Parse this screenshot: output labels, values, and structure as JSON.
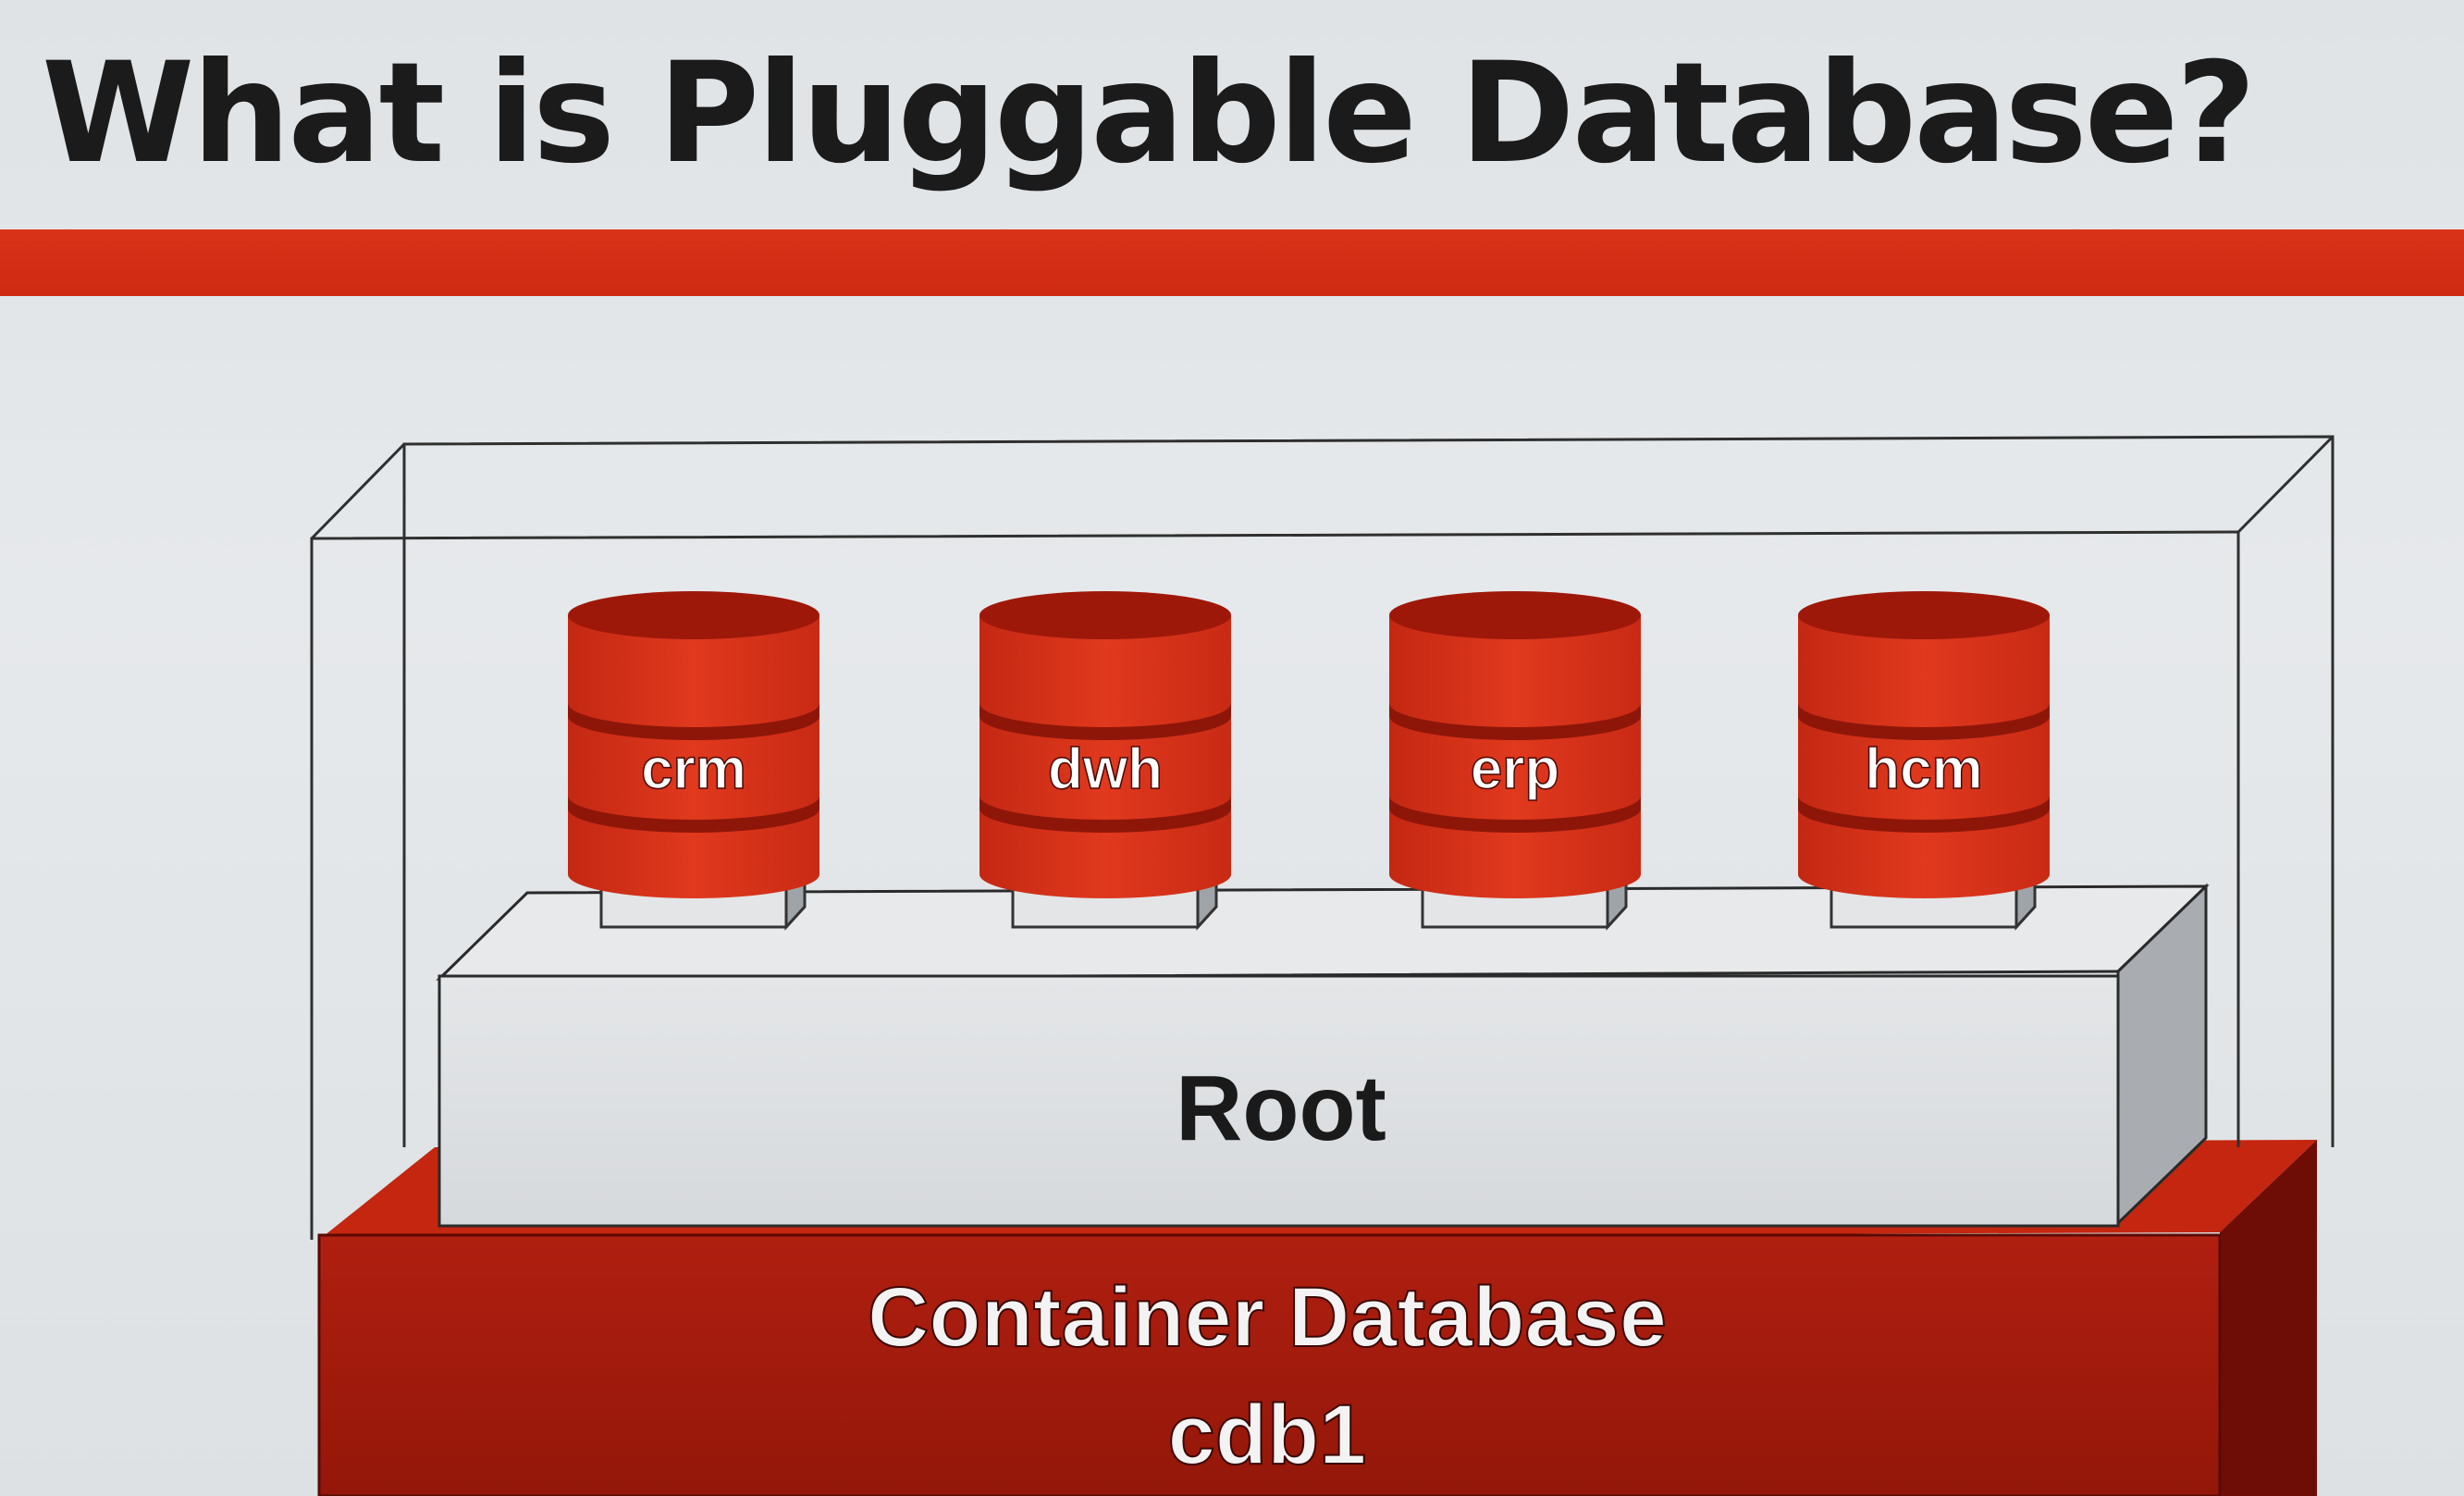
{
  "slide": {
    "title": "What is Pluggable Database?"
  },
  "diagram": {
    "pluggable_databases": [
      {
        "label": "crm"
      },
      {
        "label": "dwh"
      },
      {
        "label": "erp"
      },
      {
        "label": "hcm"
      }
    ],
    "root": {
      "label": "Root"
    },
    "container": {
      "label_line1": "Container Database",
      "label_line2": "cdb1"
    }
  },
  "colors": {
    "accent_red": "#cf2a12",
    "container_red": "#a81c10",
    "cylinder_red": "#d8321a",
    "title_text": "#1b1b1b",
    "root_grey": "#dcdee0"
  }
}
